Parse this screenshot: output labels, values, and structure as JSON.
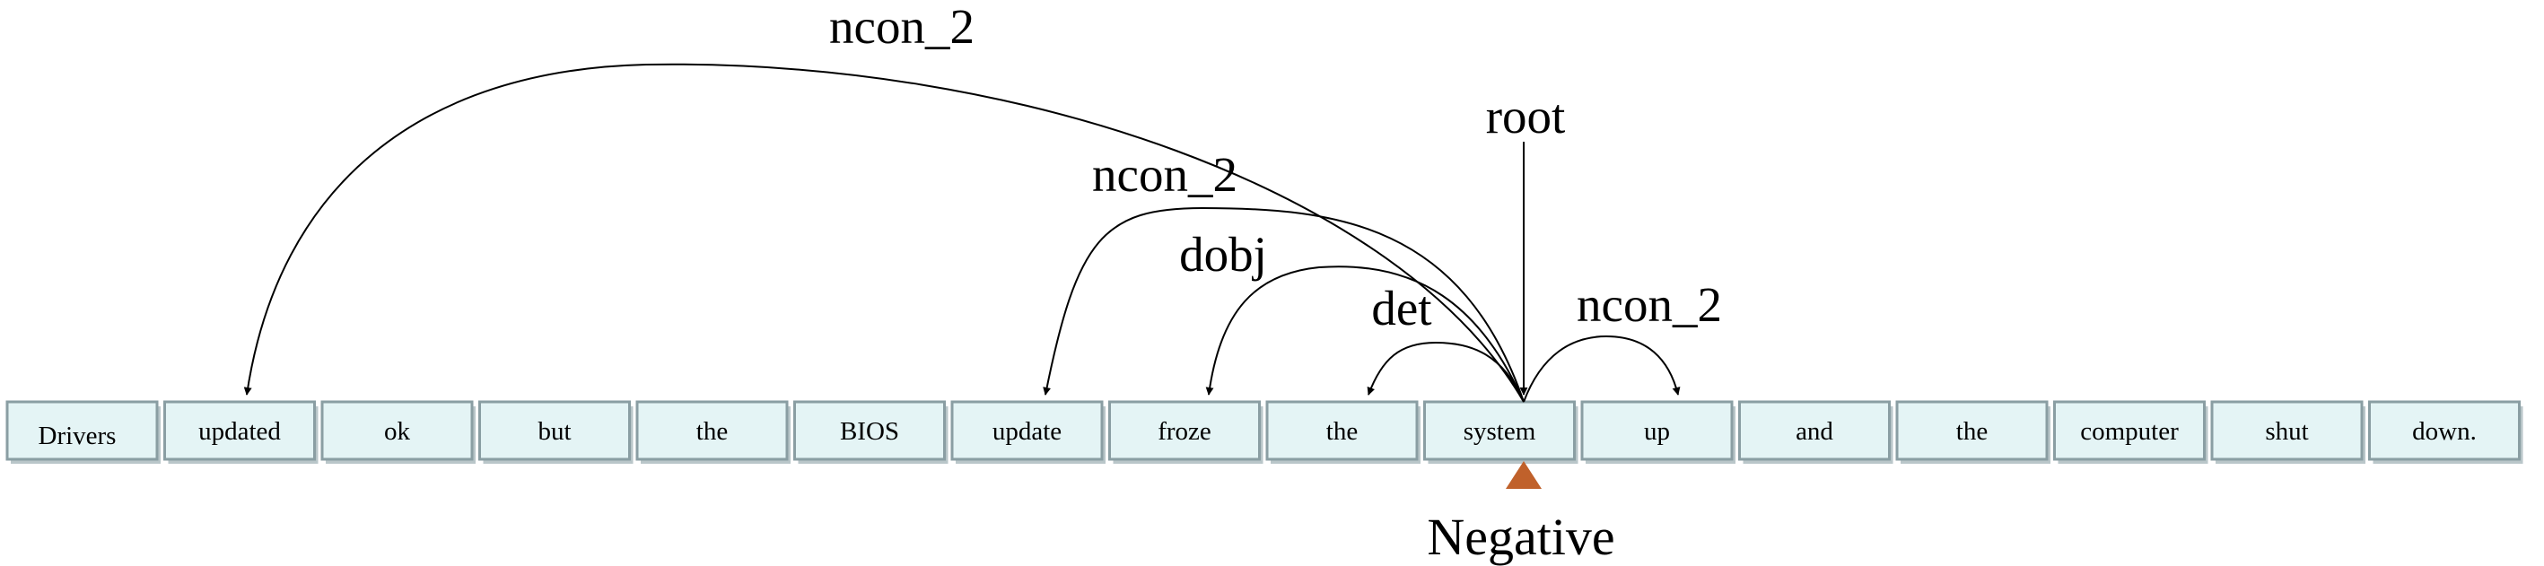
{
  "tokens": [
    {
      "text": "Drivers",
      "color": "#f28c1e"
    },
    {
      "text": "updated",
      "color": "#000000"
    },
    {
      "text": "ok",
      "color": "#000000"
    },
    {
      "text": "but",
      "color": "#000000"
    },
    {
      "text": "the",
      "color": "#000000"
    },
    {
      "text": "BIOS",
      "color": "#2fd2e0"
    },
    {
      "text": "update",
      "color": "#2fd2e0"
    },
    {
      "text": "froze",
      "color": "#000000"
    },
    {
      "text": "the",
      "color": "#000000"
    },
    {
      "text": "system",
      "color": "#26c21f"
    },
    {
      "text": "up",
      "color": "#000000"
    },
    {
      "text": "and",
      "color": "#000000"
    },
    {
      "text": "the",
      "color": "#000000"
    },
    {
      "text": "computer",
      "color": "#000000"
    },
    {
      "text": "shut",
      "color": "#000000"
    },
    {
      "text": "down.",
      "color": "#000000"
    }
  ],
  "root_label": "root",
  "root_index": 9,
  "arcs": [
    {
      "label": "ncon_2",
      "from": 9,
      "to": 1
    },
    {
      "label": "ncon_2",
      "from": 9,
      "to": 6
    },
    {
      "label": "dobj",
      "from": 9,
      "to": 7
    },
    {
      "label": "det",
      "from": 9,
      "to": 8
    },
    {
      "label": "ncon_2",
      "from": 9,
      "to": 10
    }
  ],
  "sentiment": {
    "label": "Negative",
    "token_index": 9,
    "marker_color": "#c0612b"
  }
}
